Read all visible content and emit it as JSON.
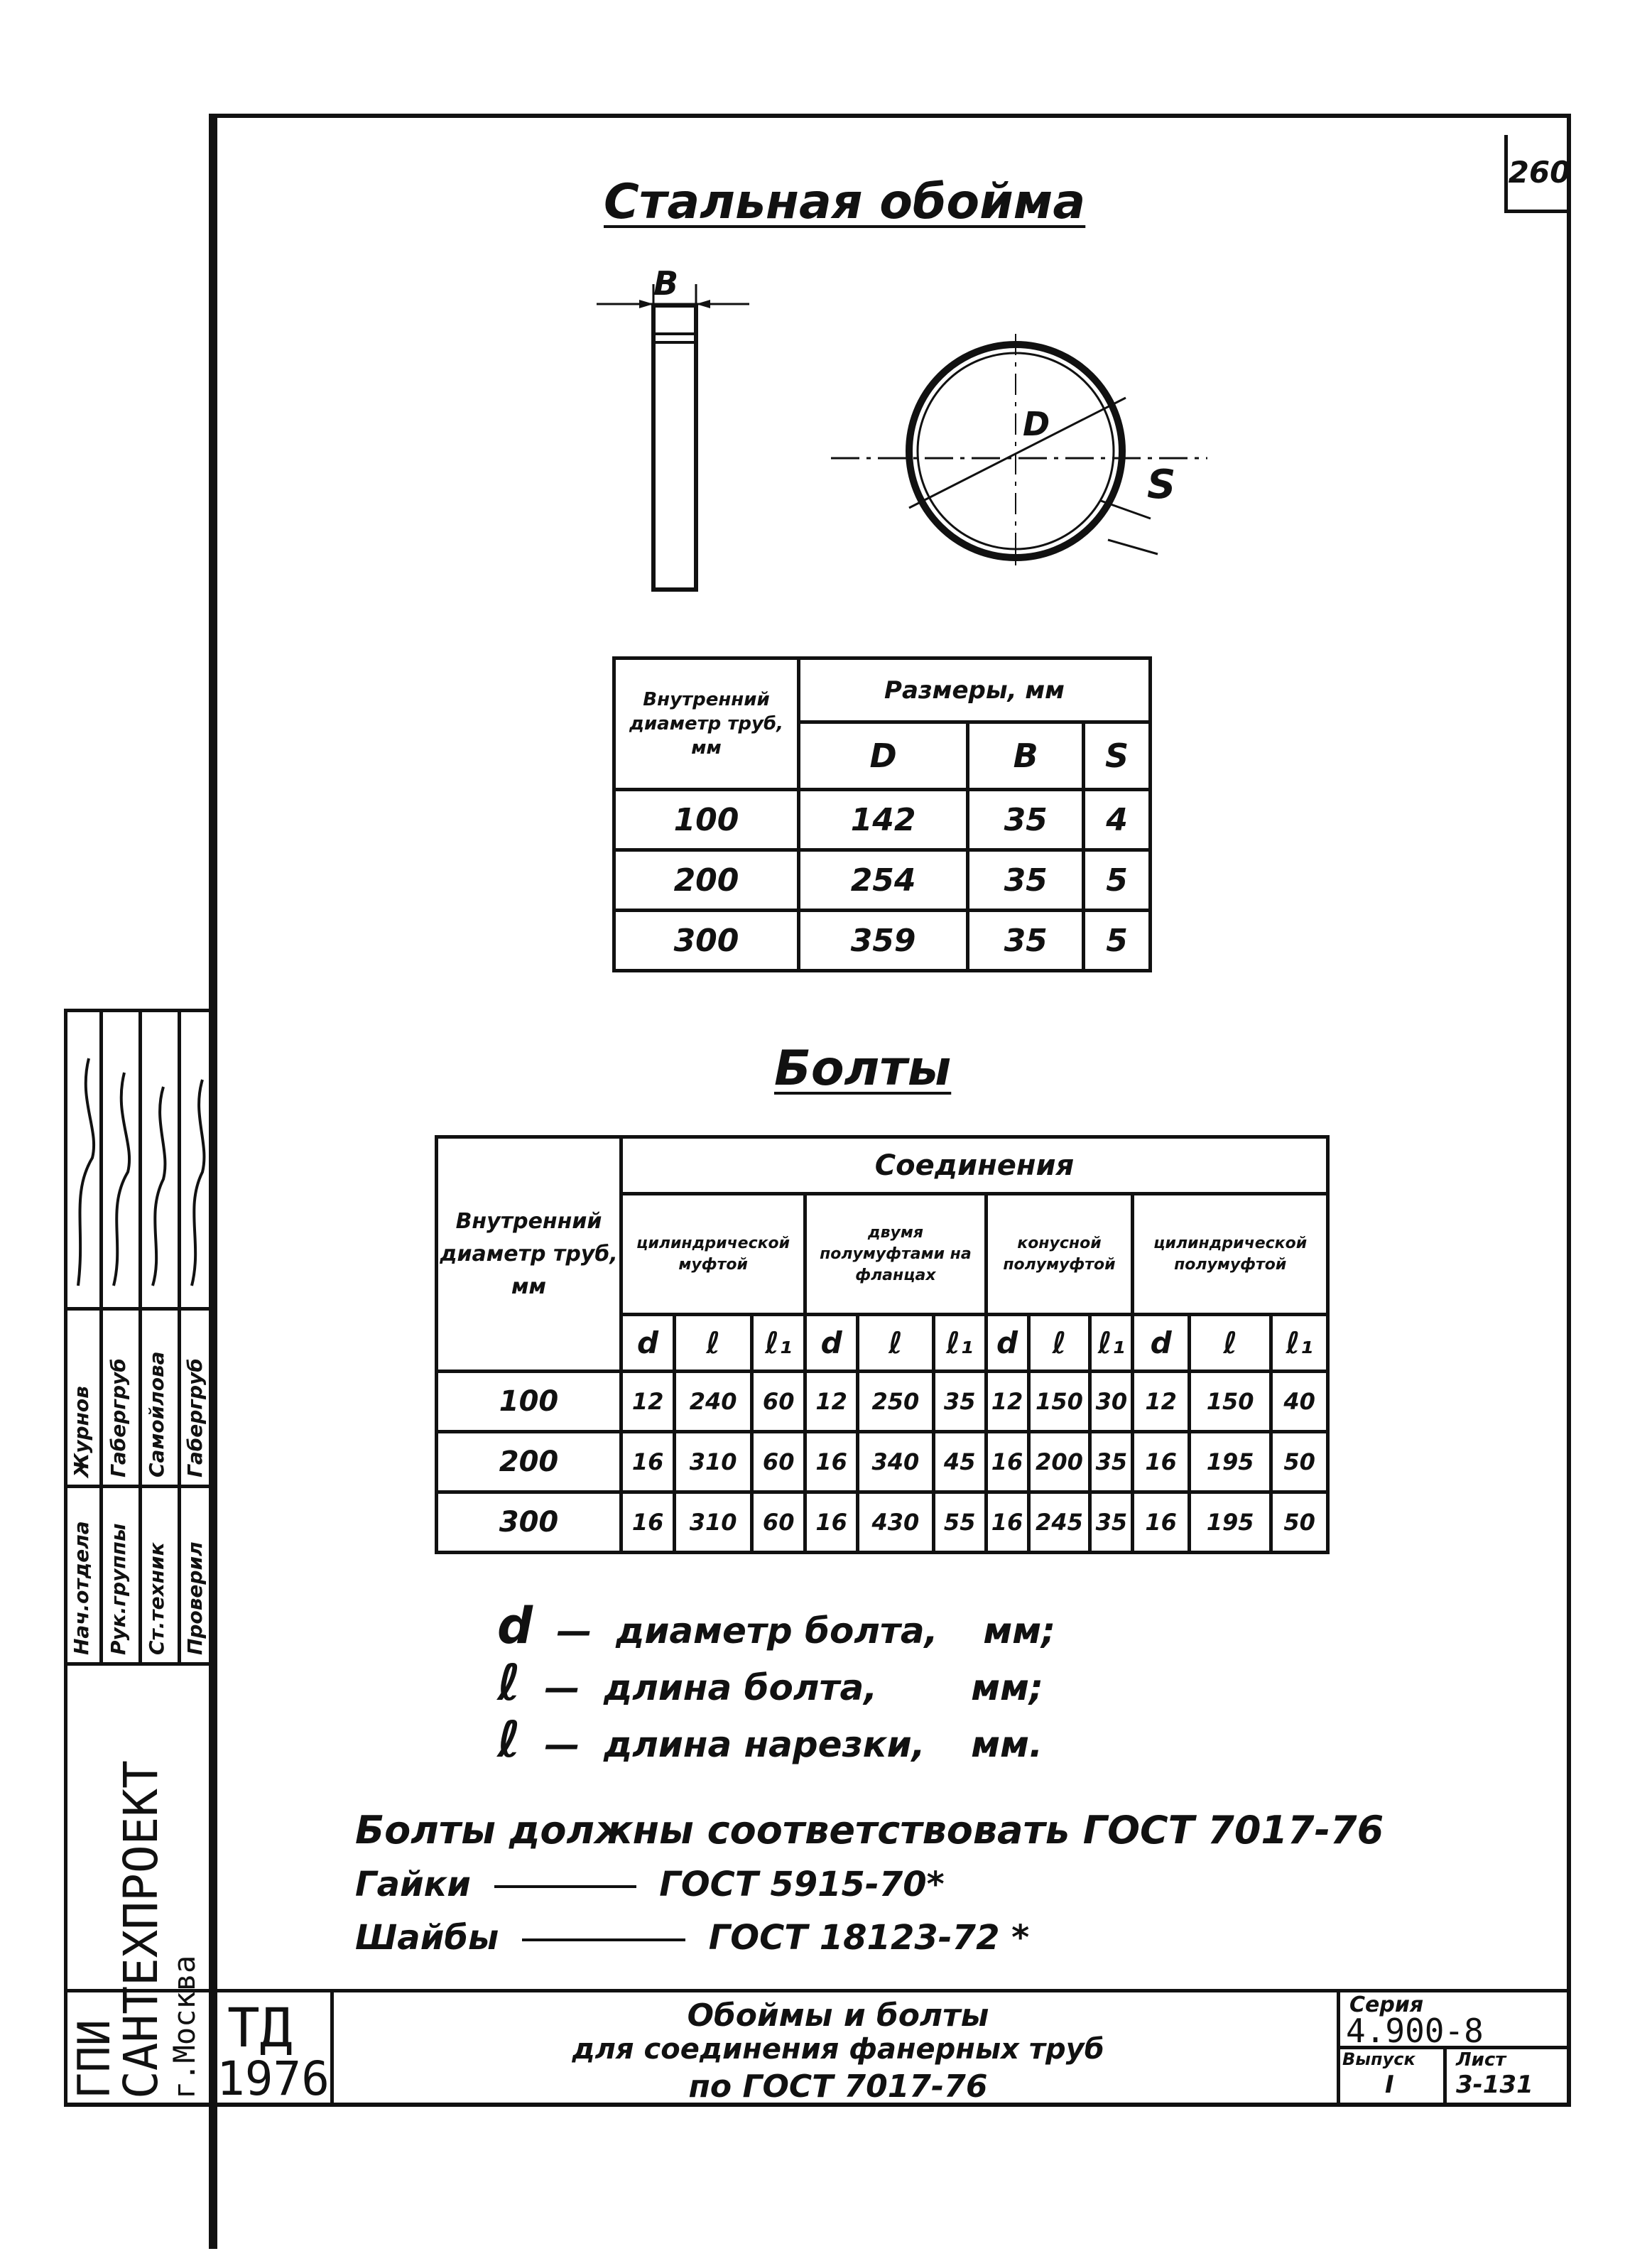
{
  "sheet_number": "260",
  "ring": {
    "title": "Стальная обойма",
    "label_b": "B",
    "label_d": "D",
    "label_s": "S"
  },
  "ring_table": {
    "header_col1": "Внутренний диаметр труб, мм",
    "header_sizes": "Размеры, мм",
    "sub_headers": [
      "D",
      "B",
      "S"
    ],
    "rows": [
      [
        "100",
        "142",
        "35",
        "4"
      ],
      [
        "200",
        "254",
        "35",
        "5"
      ],
      [
        "300",
        "359",
        "35",
        "5"
      ]
    ]
  },
  "bolts": {
    "title": "Болты",
    "header_col1": "Внутренний диаметр труб, мм",
    "header_connections": "Соединения",
    "groups": [
      "цилиндрической муфтой",
      "двумя полумуфтами на фланцах",
      "конусной полумуфтой",
      "цилиндрической полумуфтой"
    ],
    "sub_headers": [
      "d",
      "ℓ",
      "ℓ₁",
      "d",
      "ℓ",
      "ℓ₁",
      "d",
      "ℓ",
      "ℓ₁",
      "d",
      "ℓ",
      "ℓ₁"
    ],
    "rows": [
      [
        "100",
        "12",
        "240",
        "60",
        "12",
        "250",
        "35",
        "12",
        "150",
        "30",
        "12",
        "150",
        "40"
      ],
      [
        "200",
        "16",
        "310",
        "60",
        "16",
        "340",
        "45",
        "16",
        "200",
        "35",
        "16",
        "195",
        "50"
      ],
      [
        "300",
        "16",
        "310",
        "60",
        "16",
        "430",
        "55",
        "16",
        "245",
        "35",
        "16",
        "195",
        "50"
      ]
    ]
  },
  "legend": [
    {
      "symbol": "d",
      "dash": "—",
      "text": "диаметр болта,",
      "unit": "мм;"
    },
    {
      "symbol": "ℓ",
      "dash": "—",
      "text": "длина болта,",
      "unit": "мм;"
    },
    {
      "symbol": "ℓ",
      "dash": "—",
      "text": "длина нарезки,",
      "unit": "мм."
    }
  ],
  "standards": {
    "line1": "Болты должны соответствовать ГОСТ 7017-76",
    "line2_label": "Гайки",
    "line2_value": "ГОСТ 5915-70*",
    "line3_label": "Шайбы",
    "line3_value": "ГОСТ 18123-72 *"
  },
  "title_block": {
    "org_line1": "ГПИ",
    "org_line2": "САНТЕХПРОЕКТ",
    "org_line3": "г.Москва",
    "stamp_td": "ТД",
    "stamp_year": "1976",
    "title_line1": "Обоймы и болты",
    "title_line2": "для соединения фанерных труб",
    "title_line3": "по ГОСТ 7017-76",
    "series_label": "Серия",
    "series_value": "4.900-8",
    "issue_label": "Выпуск",
    "issue_value": "I",
    "sheet_label": "Лист",
    "sheet_value": "3-131"
  },
  "signatures": [
    {
      "role": "Нач.отдела",
      "name": "Журнов"
    },
    {
      "role": "Рук.группы",
      "name": "Габергруб"
    },
    {
      "role": "Ст.техник",
      "name": "Самойлова"
    },
    {
      "role": "Проверил",
      "name": "Габергруб"
    }
  ]
}
